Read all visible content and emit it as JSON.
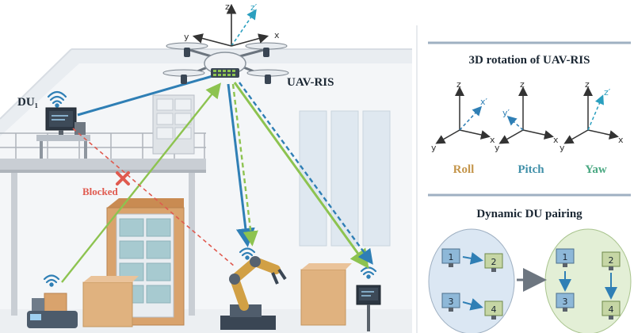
{
  "scene": {
    "uav_label": "UAV-RIS",
    "du1_label": "DU₁",
    "blocked_label": "Blocked",
    "uav_axes": {
      "z": "z",
      "z_prime": "z′",
      "x": "x",
      "y": "y"
    }
  },
  "rotation_panel": {
    "title": "3D rotation of UAV-RIS",
    "items": [
      {
        "name": "Roll",
        "rotated_axis": "x′",
        "color": "#c4954a"
      },
      {
        "name": "Pitch",
        "rotated_axis": "y′",
        "color": "#3f8fa8"
      },
      {
        "name": "Yaw",
        "rotated_axis": "z′",
        "color": "#4aa882"
      }
    ],
    "axis_labels": {
      "z": "z",
      "x": "x",
      "y": "y"
    }
  },
  "pairing_panel": {
    "title": "Dynamic DU pairing",
    "before": [
      "1",
      "2",
      "3",
      "4"
    ],
    "after": [
      "1",
      "2",
      "3",
      "4"
    ]
  },
  "colors": {
    "green_link": "#8dc350",
    "blue_link": "#2f7fb5",
    "blocked": "#e05a4f",
    "panel_rule": "#9fb0c2",
    "bubble_blue": "#dbe7f3",
    "bubble_green": "#e3efd6"
  }
}
